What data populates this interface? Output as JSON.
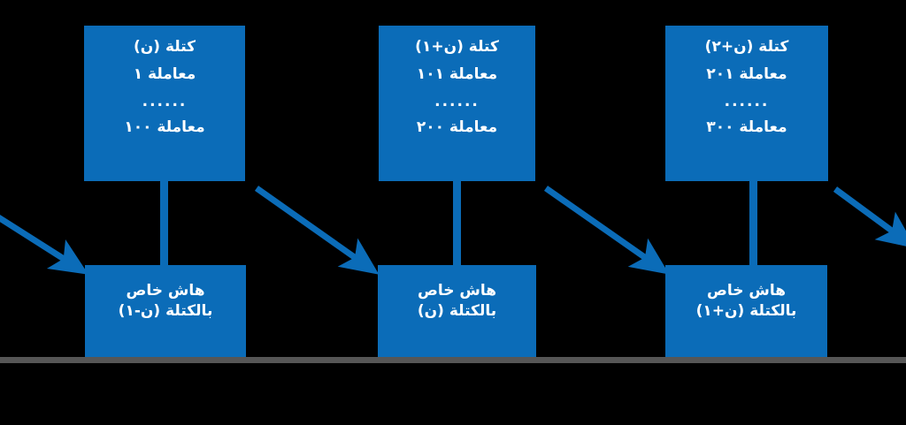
{
  "diagram": {
    "title": "blockchain-block-hash-chain",
    "colors": {
      "block_blue": "#0B6CB8",
      "text_white": "#FFFFFF",
      "background": "#000000",
      "ground_bar_gray": "#565656",
      "arrow_blue": "#0B6CB8"
    },
    "blocks": [
      {
        "header": "كتلة (ن)",
        "first_transaction": "معاملة ١",
        "ellipsis": "......",
        "last_transaction": "معاملة ١٠٠"
      },
      {
        "header": "كتلة (ن+١)",
        "first_transaction": "معاملة ١٠١",
        "ellipsis": "......",
        "last_transaction": "معاملة ٢٠٠"
      },
      {
        "header": "كتلة (ن+٢)",
        "first_transaction": "معاملة ٢٠١",
        "ellipsis": "......",
        "last_transaction": "معاملة ٣٠٠"
      }
    ],
    "hash_boxes": [
      {
        "line1": "هاش خاص",
        "line2": "بالكتلة (ن-١)"
      },
      {
        "line1": "هاش خاص",
        "line2": "بالكتلة (ن)"
      },
      {
        "line1": "هاش خاص",
        "line2": "بالكتلة (ن+١)"
      }
    ],
    "arrows": [
      {
        "name": "incoming-arrow-from-previous-block"
      },
      {
        "name": "arrow-block1-to-hash2"
      },
      {
        "name": "arrow-block2-to-hash3"
      },
      {
        "name": "outgoing-arrow-to-next-block"
      }
    ],
    "connectors": [
      {
        "name": "connector-block1-hash1"
      },
      {
        "name": "connector-block2-hash2"
      },
      {
        "name": "connector-block3-hash3"
      }
    ]
  }
}
